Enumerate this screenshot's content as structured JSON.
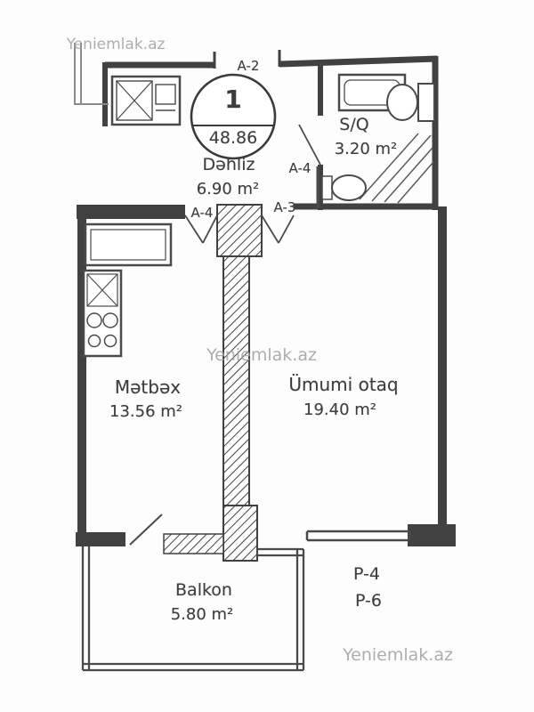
{
  "watermarks": {
    "top_left": "Yeniemlak.az",
    "center": "Yeniemlak.az",
    "bottom_right": "Yeniemlak.az"
  },
  "stamp": {
    "unit_number": "1",
    "total_area": "48.86"
  },
  "rooms": {
    "hallway": {
      "name": "Dəhliz",
      "area": "6.90 m²"
    },
    "bathroom": {
      "name": "S/Q",
      "area": "3.20 m²"
    },
    "kitchen": {
      "name": "Mətbəx",
      "area": "13.56 m²"
    },
    "living_room": {
      "name": "Ümumi otaq",
      "area": "19.40 m²"
    },
    "balcony": {
      "name": "Balkon",
      "area": "5.80 m²"
    }
  },
  "door_labels": {
    "entrance": "A-2",
    "bathroom_door": "A-4",
    "kitchen_door": "A-4",
    "living_room_door": "A-3"
  },
  "panel_labels": {
    "first": "P-4",
    "second": "P-6"
  },
  "colors": {
    "wall": "#414141",
    "label_text": "#3d3d3d",
    "watermark": "#a0a0a0"
  }
}
